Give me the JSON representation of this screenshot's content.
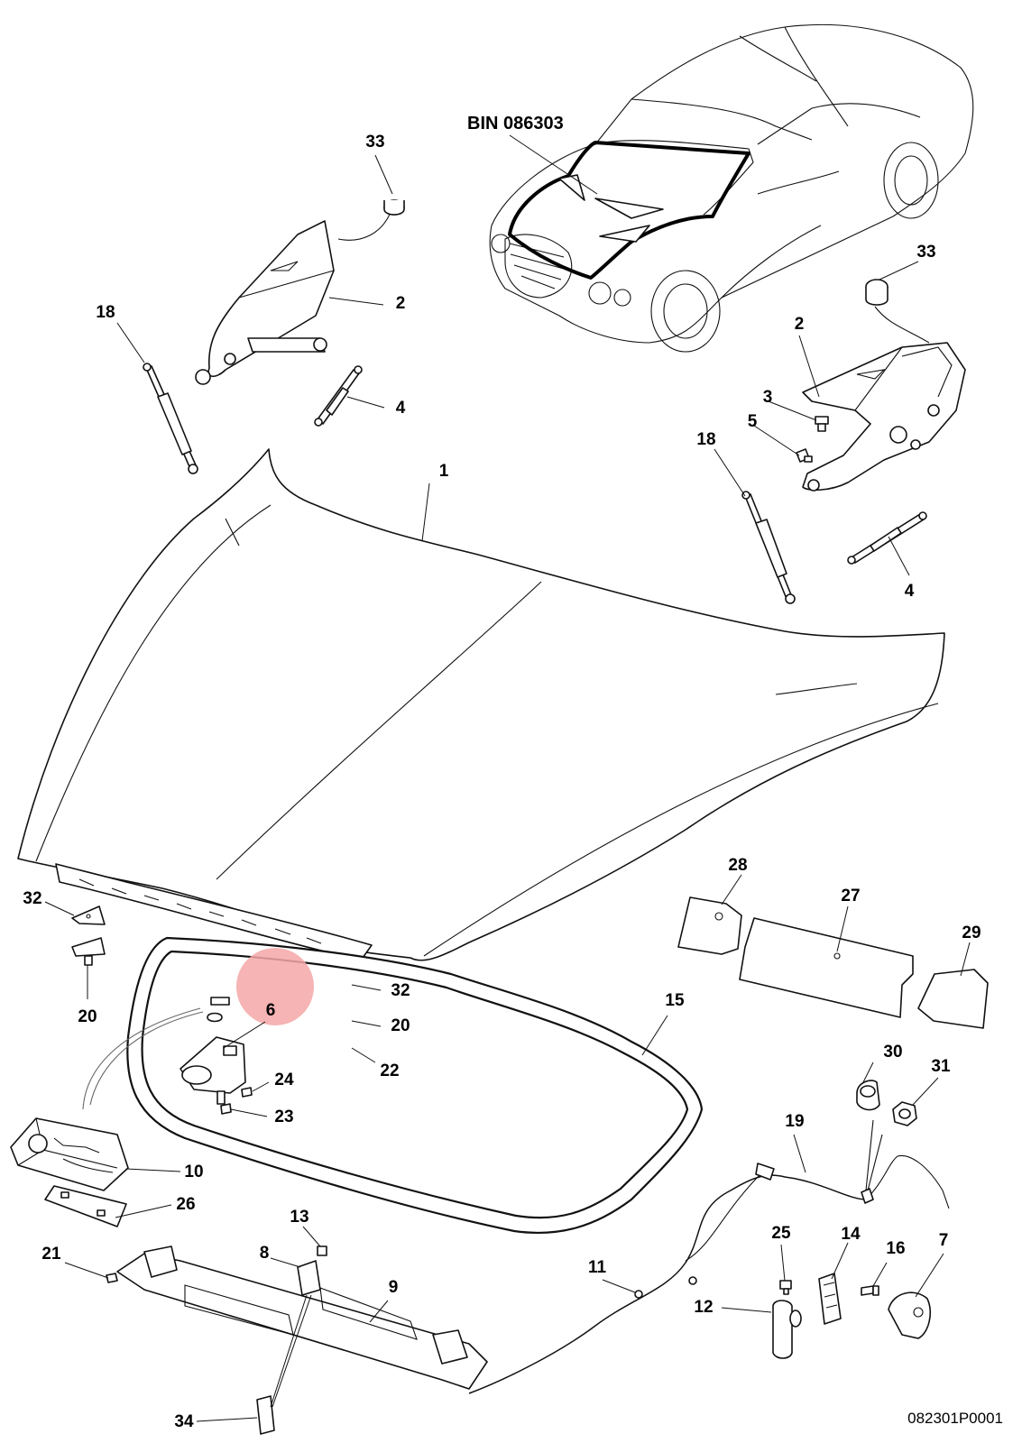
{
  "diagram": {
    "bin_label": "BIN 086303",
    "drawing_code": "082301P0001",
    "highlight_color": "#f4a7a7",
    "callouts": [
      {
        "id": "c1",
        "text": "1"
      },
      {
        "id": "c2a",
        "text": "2"
      },
      {
        "id": "c2b",
        "text": "2"
      },
      {
        "id": "c3",
        "text": "3"
      },
      {
        "id": "c4a",
        "text": "4"
      },
      {
        "id": "c4b",
        "text": "4"
      },
      {
        "id": "c5",
        "text": "5"
      },
      {
        "id": "c6",
        "text": "6"
      },
      {
        "id": "c7",
        "text": "7"
      },
      {
        "id": "c8",
        "text": "8"
      },
      {
        "id": "c9",
        "text": "9"
      },
      {
        "id": "c10",
        "text": "10"
      },
      {
        "id": "c11",
        "text": "11"
      },
      {
        "id": "c12",
        "text": "12"
      },
      {
        "id": "c13",
        "text": "13"
      },
      {
        "id": "c14",
        "text": "14"
      },
      {
        "id": "c15",
        "text": "15"
      },
      {
        "id": "c16",
        "text": "16"
      },
      {
        "id": "c18a",
        "text": "18"
      },
      {
        "id": "c18b",
        "text": "18"
      },
      {
        "id": "c19",
        "text": "19"
      },
      {
        "id": "c20a",
        "text": "20"
      },
      {
        "id": "c20b",
        "text": "20"
      },
      {
        "id": "c21",
        "text": "21"
      },
      {
        "id": "c22",
        "text": "22"
      },
      {
        "id": "c23",
        "text": "23"
      },
      {
        "id": "c24",
        "text": "24"
      },
      {
        "id": "c25",
        "text": "25"
      },
      {
        "id": "c26",
        "text": "26"
      },
      {
        "id": "c27",
        "text": "27"
      },
      {
        "id": "c28",
        "text": "28"
      },
      {
        "id": "c29",
        "text": "29"
      },
      {
        "id": "c30",
        "text": "30"
      },
      {
        "id": "c31",
        "text": "31"
      },
      {
        "id": "c32a",
        "text": "32"
      },
      {
        "id": "c32b",
        "text": "32"
      },
      {
        "id": "c33a",
        "text": "33"
      },
      {
        "id": "c33b",
        "text": "33"
      },
      {
        "id": "c34",
        "text": "34"
      }
    ]
  }
}
